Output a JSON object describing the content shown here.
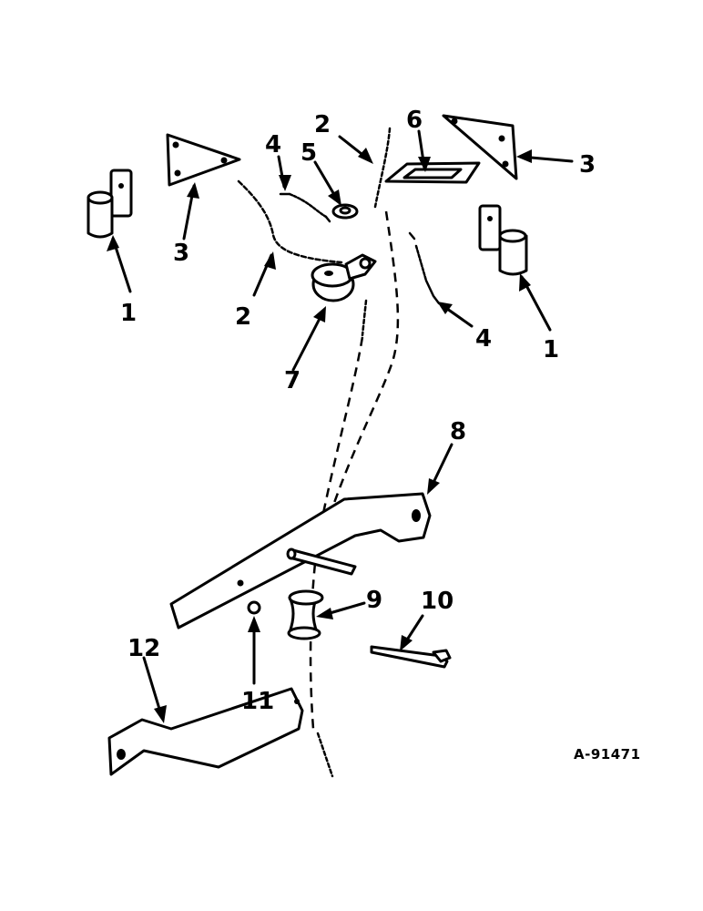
{
  "diagram": {
    "callouts": [
      {
        "id": "c1-left",
        "text": "1"
      },
      {
        "id": "c1-right",
        "text": "1"
      },
      {
        "id": "c2-top",
        "text": "2"
      },
      {
        "id": "c2-left",
        "text": "2"
      },
      {
        "id": "c3-left",
        "text": "3"
      },
      {
        "id": "c3-right",
        "text": "3"
      },
      {
        "id": "c4-top",
        "text": "4"
      },
      {
        "id": "c4-right",
        "text": "4"
      },
      {
        "id": "c5",
        "text": "5"
      },
      {
        "id": "c6",
        "text": "6"
      },
      {
        "id": "c7",
        "text": "7"
      },
      {
        "id": "c8",
        "text": "8"
      },
      {
        "id": "c9",
        "text": "9"
      },
      {
        "id": "c10",
        "text": "10"
      },
      {
        "id": "c11",
        "text": "11"
      },
      {
        "id": "c12",
        "text": "12"
      }
    ],
    "drawing_code": "A-91471"
  }
}
